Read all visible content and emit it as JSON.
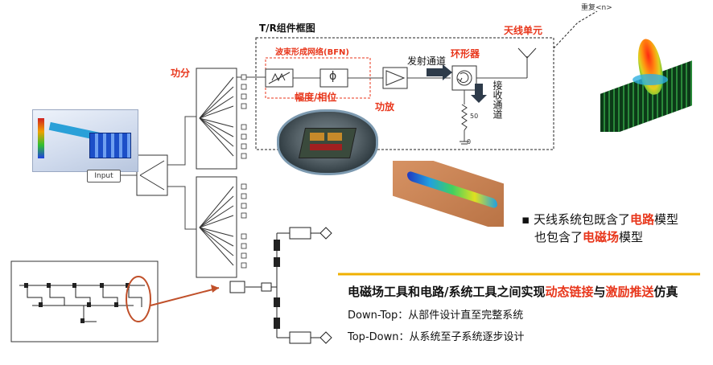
{
  "labels": {
    "tr_title": "T/R组件框图",
    "repeat": "重复<n>",
    "antenna_unit": "天线单元",
    "bfn": "波束形成网络(BFN)",
    "tx_channel": "发射通道",
    "circulator": "环形器",
    "rx_channel": "接收通道",
    "amp_phase": "幅度/相位",
    "power_amp": "功放",
    "power_divider": "功分",
    "input": "Input",
    "phi": "ϕ",
    "resistor_value": "50",
    "ground": "0"
  },
  "bullet": {
    "line1_pre": "天线系统包既含了",
    "line1_em": "电路",
    "line1_post": "模型",
    "line2_pre": "也包含了",
    "line2_em": "电磁场",
    "line2_post": "模型"
  },
  "bottom": {
    "head_pre": "电磁场工具和电路/系统工具之间实现",
    "head_em1": "动态链接",
    "head_mid": "与",
    "head_em2": "激励推送",
    "head_post": "仿真",
    "line1": "Down-Top：从部件设计直至完整系统",
    "line2": "Top-Down：从系统至子系统逐步设计"
  },
  "colors": {
    "accent_red": "#e8361b",
    "divider_yellow": "#f0b000",
    "callout_arrow": "#c0502a"
  }
}
